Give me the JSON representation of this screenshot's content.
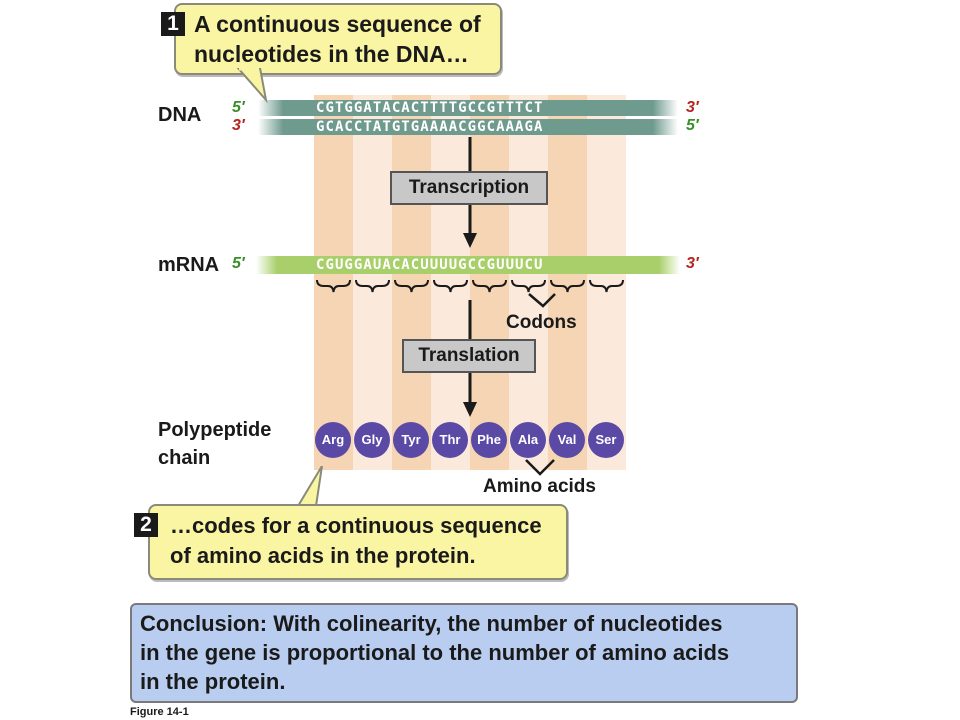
{
  "callout1": {
    "number": "1",
    "line1": "A continuous sequence of",
    "line2": "nucleotides in the DNA…"
  },
  "callout2": {
    "number": "2",
    "line1": "…codes for a continuous sequence",
    "line2": "of amino acids in the protein."
  },
  "dna": {
    "label": "DNA",
    "top_strand": {
      "left_end": "5′",
      "sequence": "CGTGGATACACTTTTGCCGTTTCT",
      "right_end": "3′"
    },
    "bottom_strand": {
      "left_end": "3′",
      "sequence": "GCACCTATGTGAAAACGGCAAAGA",
      "right_end": "5′"
    }
  },
  "transcription_label": "Transcription",
  "mrna": {
    "label": "mRNA",
    "left_end": "5′",
    "sequence": "CGUGGAUACACUUUUGCCGUUUCU",
    "right_end": "3′"
  },
  "codons_label": "Codons",
  "translation_label": "Translation",
  "polypeptide": {
    "label_line1": "Polypeptide",
    "label_line2": "chain"
  },
  "amino_acids": [
    "Arg",
    "Gly",
    "Tyr",
    "Thr",
    "Phe",
    "Ala",
    "Val",
    "Ser"
  ],
  "amino_acids_label": "Amino acids",
  "conclusion": {
    "heading": "Conclusion:",
    "line1_rest": " With colinearity, the number of nucleotides",
    "line2": "in the gene is proportional to the number of amino acids",
    "line3": "in the protein."
  },
  "figure_label": "Figure 14-1",
  "colors": {
    "stripe_dark": "#f5d5b3",
    "stripe_light": "#fbeadb",
    "callout": "#faf5a3",
    "dna_strand": "#6f9a8e",
    "mrna": "#a8cf6a",
    "amino_acid": "#5b4aa5",
    "conclusion": "#b9cdf0",
    "five_prime": "#3a8f2a",
    "three_prime": "#b3261e"
  }
}
